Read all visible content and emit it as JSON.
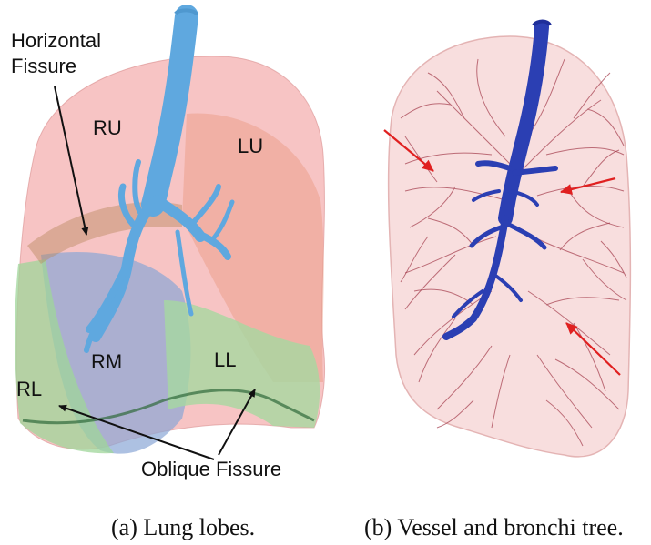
{
  "panel_a": {
    "labels": {
      "horizontal_fissure_line1": "Horizontal",
      "horizontal_fissure_line2": "Fissure",
      "ru": "RU",
      "lu": "LU",
      "rm": "RM",
      "ll": "LL",
      "rl": "RL",
      "oblique_fissure": "Oblique Fissure"
    },
    "caption": "(a) Lung lobes."
  },
  "panel_b": {
    "caption": "(b) Vessel and bronchi tree."
  },
  "colors": {
    "lobe_ru": "#f2a4a4",
    "lobe_lu": "#f0b0a4",
    "lobe_rm": "#8aa6d6",
    "lobe_rl": "#9fd69a",
    "lobe_ll": "#a6d8a0",
    "bronchi_a": "#5fa8df",
    "bronchi_b": "#2b3fb3",
    "vessels": "#a33a4a",
    "lung_b": "#f6d6d6",
    "arrow_red": "#e02020"
  }
}
